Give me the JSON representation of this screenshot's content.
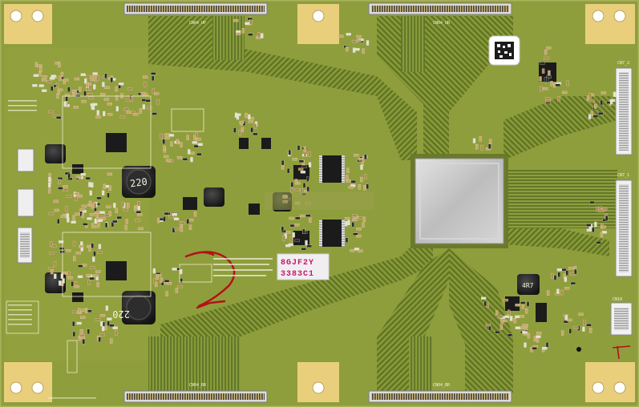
{
  "image": {
    "subject": "pcb-tcon-board",
    "colors": {
      "board": "#8f9e3c",
      "board_dark": "#7f8e30",
      "trace": "#5f7424",
      "pad": "#e9cf7c",
      "silkscreen": "#f4f1de",
      "chip": "#1b1b1b",
      "shield": "#c9c9c9",
      "sticker": "#f1eef2",
      "sticker_ink": "#c2186b",
      "marker": "#b3101a"
    }
  },
  "labels": {
    "connector_top_left": "CN04_UP",
    "connector_top_right": "CN04_UR",
    "connector_bottom_left": "CN04_BR",
    "connector_bottom_right": "CN04_BR",
    "connector_right_upper": "CN7_2",
    "connector_right_lower": "CN7_1",
    "connector_right_small": "CN10",
    "inductor_upper": "220",
    "inductor_lower": "220",
    "small_inductor": "4R7",
    "sticker_line1": "8GJF2Y",
    "sticker_line2": "3383C1"
  }
}
